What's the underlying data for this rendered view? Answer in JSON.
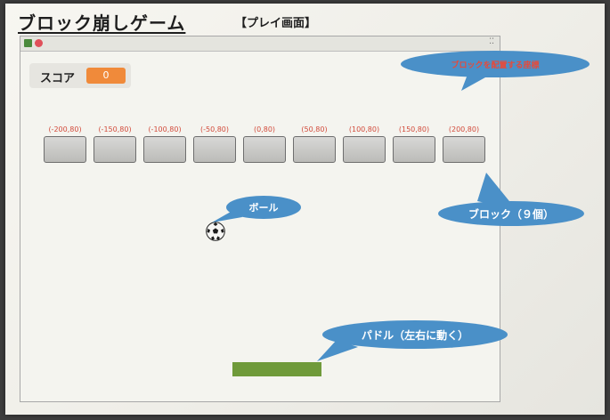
{
  "page": {
    "title": "ブロック崩しゲーム",
    "screen_label": "【プレイ画面】"
  },
  "score": {
    "label": "スコア",
    "value": "0"
  },
  "blocks": [
    "(-200,80)",
    "(-150,80)",
    "(-100,80)",
    "(-50,80)",
    "(0,80)",
    "(50,80)",
    "(100,80)",
    "(150,80)",
    "(200,80)"
  ],
  "callouts": {
    "block_position": "ブロックを配置する座標",
    "block_count": "ブロック（９個）",
    "ball": "ボール",
    "paddle": "パドル（左右に動く）"
  },
  "colors": {
    "score_box": "#f08a3a",
    "paddle": "#6f9a3a",
    "callout": "#4a90c8",
    "coord_text": "#d24a3a"
  }
}
